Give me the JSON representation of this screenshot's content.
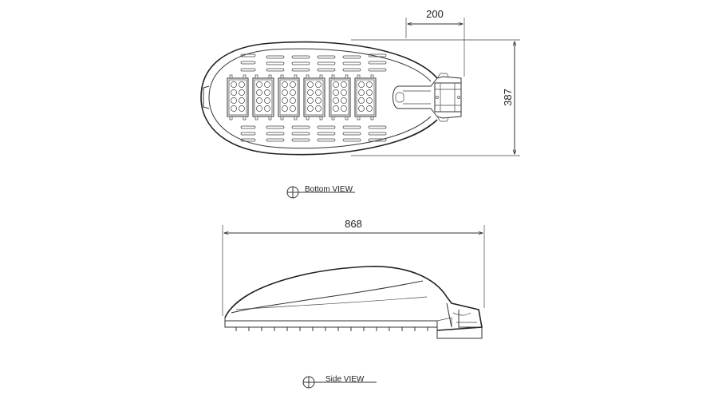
{
  "dimensions": {
    "bracket_width": "200",
    "height": "387",
    "overall_length": "868"
  },
  "views": {
    "bottom_label": "Bottom VIEW",
    "side_label": "Side VIEW"
  },
  "led_modules": {
    "count": 6
  },
  "side_fins": {
    "count": 16
  }
}
